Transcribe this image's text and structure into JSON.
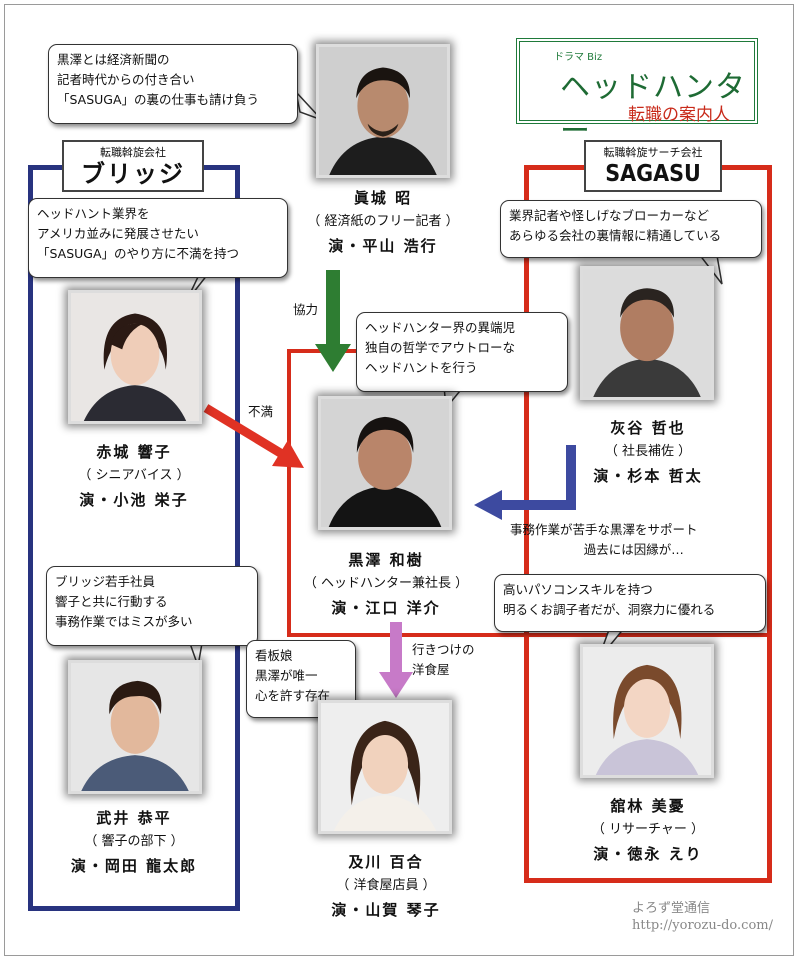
{
  "title": {
    "prefix": "ドラマ Biz",
    "main": "ヘッドハンター",
    "subtitle": "転職の案内人"
  },
  "groups": {
    "bridge": {
      "type": "転職斡旋会社",
      "name": "ブリッジ",
      "color": "#28337f"
    },
    "sagasu": {
      "type": "転職斡旋サーチ会社",
      "name": "SAGASU",
      "color": "#d62c1a"
    }
  },
  "people": {
    "majiro": {
      "name": "眞城 昭",
      "role": "（ 経済紙のフリー記者 ）",
      "actor": "演・平山 浩行"
    },
    "akagi": {
      "name": "赤城 響子",
      "role": "（ シニアバイス ）",
      "actor": "演・小池 栄子"
    },
    "kurosawa": {
      "name": "黒澤 和樹",
      "role": "（ ヘッドハンター兼社長 ）",
      "actor": "演・江口 洋介"
    },
    "haiya": {
      "name": "灰谷 哲也",
      "role": "（ 社長補佐 ）",
      "actor": "演・杉本 哲太"
    },
    "takei": {
      "name": "武井 恭平",
      "role": "（ 響子の部下 ）",
      "actor": "演・岡田 龍太郎"
    },
    "oikawa": {
      "name": "及川 百合",
      "role": "（ 洋食屋店員 ）",
      "actor": "演・山賀 琴子"
    },
    "tatebayashi": {
      "name": "舘林 美憂",
      "role": "（ リサーチャー ）",
      "actor": "演・徳永 えり"
    }
  },
  "bubbles": {
    "majiro": [
      "黒澤とは経済新聞の",
      "記者時代からの付き合い",
      "「SASUGA」の裏の仕事も請け負う"
    ],
    "akagi": [
      "ヘッドハント業界を",
      "アメリカ並みに発展させたい",
      "「SASUGA」のやり方に不満を持つ"
    ],
    "haiya": [
      "業界記者や怪しげなブローカーなど",
      "あらゆる会社の裏情報に精通している"
    ],
    "kurosawa": [
      "ヘッドハンター界の異端児",
      "独自の哲学でアウトローな",
      "ヘッドハントを行う"
    ],
    "tatebayashi": [
      "高いパソコンスキルを持つ",
      "明るくお調子者だが、洞察力に優れる"
    ],
    "takei": [
      "ブリッジ若手社員",
      "響子と共に行動する",
      "事務作業ではミスが多い"
    ],
    "oikawa": [
      "看板娘",
      "黒澤が唯一",
      "心を許す存在"
    ]
  },
  "relations": {
    "majiro_kurosawa": {
      "label": "協力",
      "color": "#2e7d32"
    },
    "akagi_kurosawa": {
      "label": "不満",
      "color": "#e03224"
    },
    "haiya_kurosawa": {
      "lines": [
        "事務作業が苦手な黒澤をサポート",
        "過去には因縁が…"
      ],
      "color": "#3d4aa0"
    },
    "kurosawa_oikawa": {
      "lines": [
        "行きつけの",
        "洋食屋"
      ],
      "color": "#c77ac8"
    }
  },
  "credit": {
    "site": "よろず堂通信",
    "url": "http://yorozu-do.com/"
  }
}
